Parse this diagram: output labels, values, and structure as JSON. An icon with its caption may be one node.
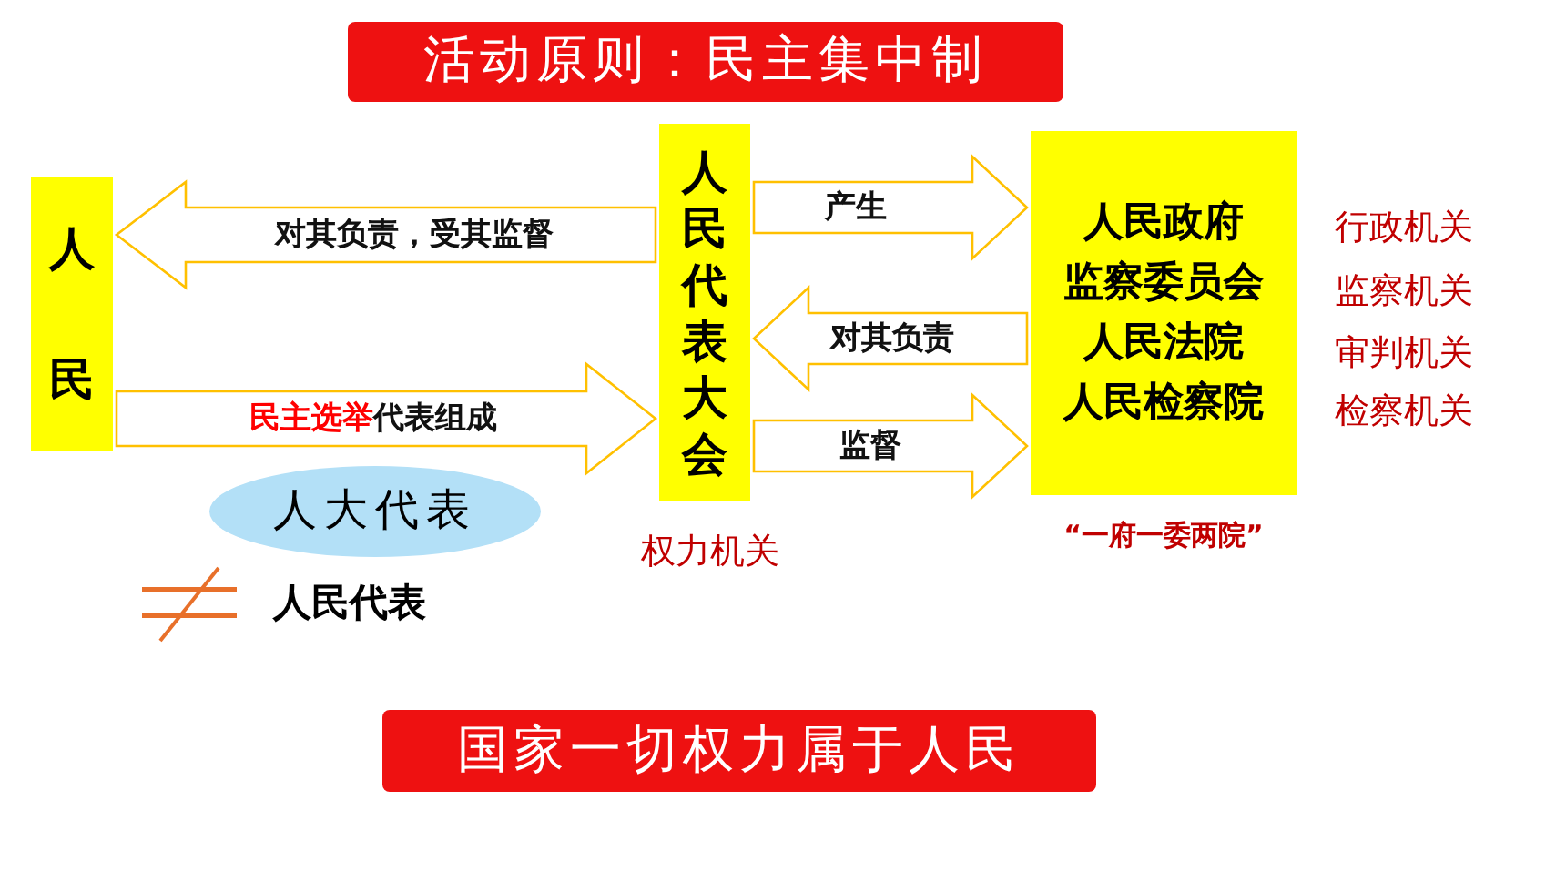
{
  "diagram": {
    "nodes": [
      {
        "text": [
          "活动原则：民主集中制"
        ]
      },
      {
        "text": [
          "人民"
        ]
      },
      {
        "text": [
          "人民代表大会"
        ],
        "beside": [
          "权力机关"
        ]
      },
      {
        "text": [
          "人民政府",
          "监察委员会",
          "人民法院",
          "人民检察院"
        ],
        "beside": [
          "行政机关",
          "监察机关",
          "审判机关",
          "检察机关",
          "“一府一委两院”"
        ]
      },
      {
        "text": [
          "人大代表"
        ]
      },
      {
        "text": [
          "国家一切权力属于人民"
        ]
      }
    ],
    "edges": [
      {
        "from": 2,
        "to": 1,
        "arrow": "to",
        "label": "对其负责，受其监督"
      },
      {
        "from": 1,
        "to": 2,
        "arrow": "to",
        "label": "**民主选举**代表组成"
      },
      {
        "from": 2,
        "to": 3,
        "arrow": "to",
        "label": "产生"
      },
      {
        "from": 3,
        "to": 2,
        "arrow": "to",
        "label": "对其负责"
      },
      {
        "from": 2,
        "to": 3,
        "arrow": "to",
        "label": "监督"
      }
    ],
    "labels": [
      "人民代表"
    ]
  }
}
